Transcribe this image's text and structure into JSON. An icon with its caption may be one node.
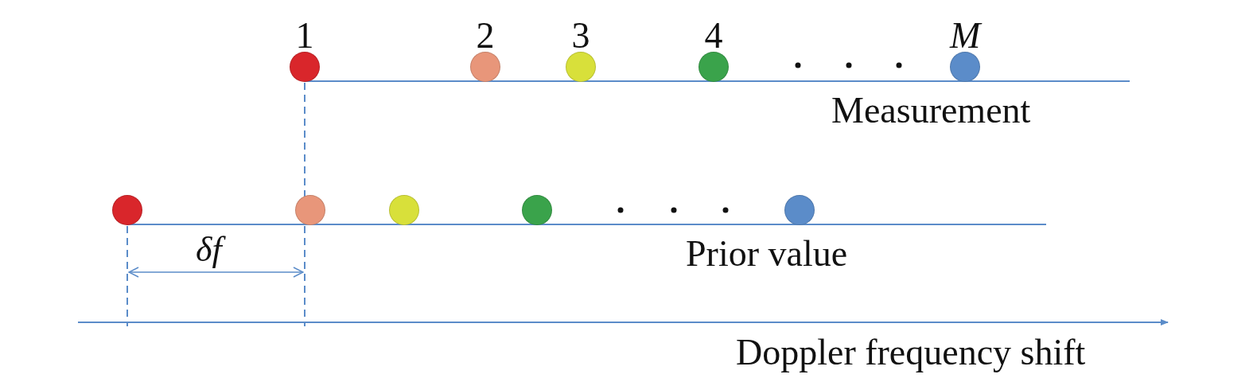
{
  "diagram": {
    "nodes": [
      {
        "text": [],
        "shape": "circle",
        "beside": [
          "1"
        ]
      },
      {
        "text": [],
        "shape": "circle",
        "beside": [
          "2"
        ]
      },
      {
        "text": [],
        "shape": "circle",
        "beside": [
          "3"
        ]
      },
      {
        "text": [],
        "shape": "circle",
        "beside": [
          "4"
        ]
      },
      {
        "text": [],
        "shape": "circle",
        "beside": [
          "M"
        ]
      },
      {
        "text": [],
        "shape": "circle"
      },
      {
        "text": [],
        "shape": "circle"
      },
      {
        "text": [],
        "shape": "circle"
      },
      {
        "text": [],
        "shape": "circle"
      },
      {
        "text": [],
        "shape": "circle"
      }
    ],
    "labels": [
      "Measurement",
      "Prior value",
      "δf",
      "Doppler frequency shift"
    ]
  }
}
